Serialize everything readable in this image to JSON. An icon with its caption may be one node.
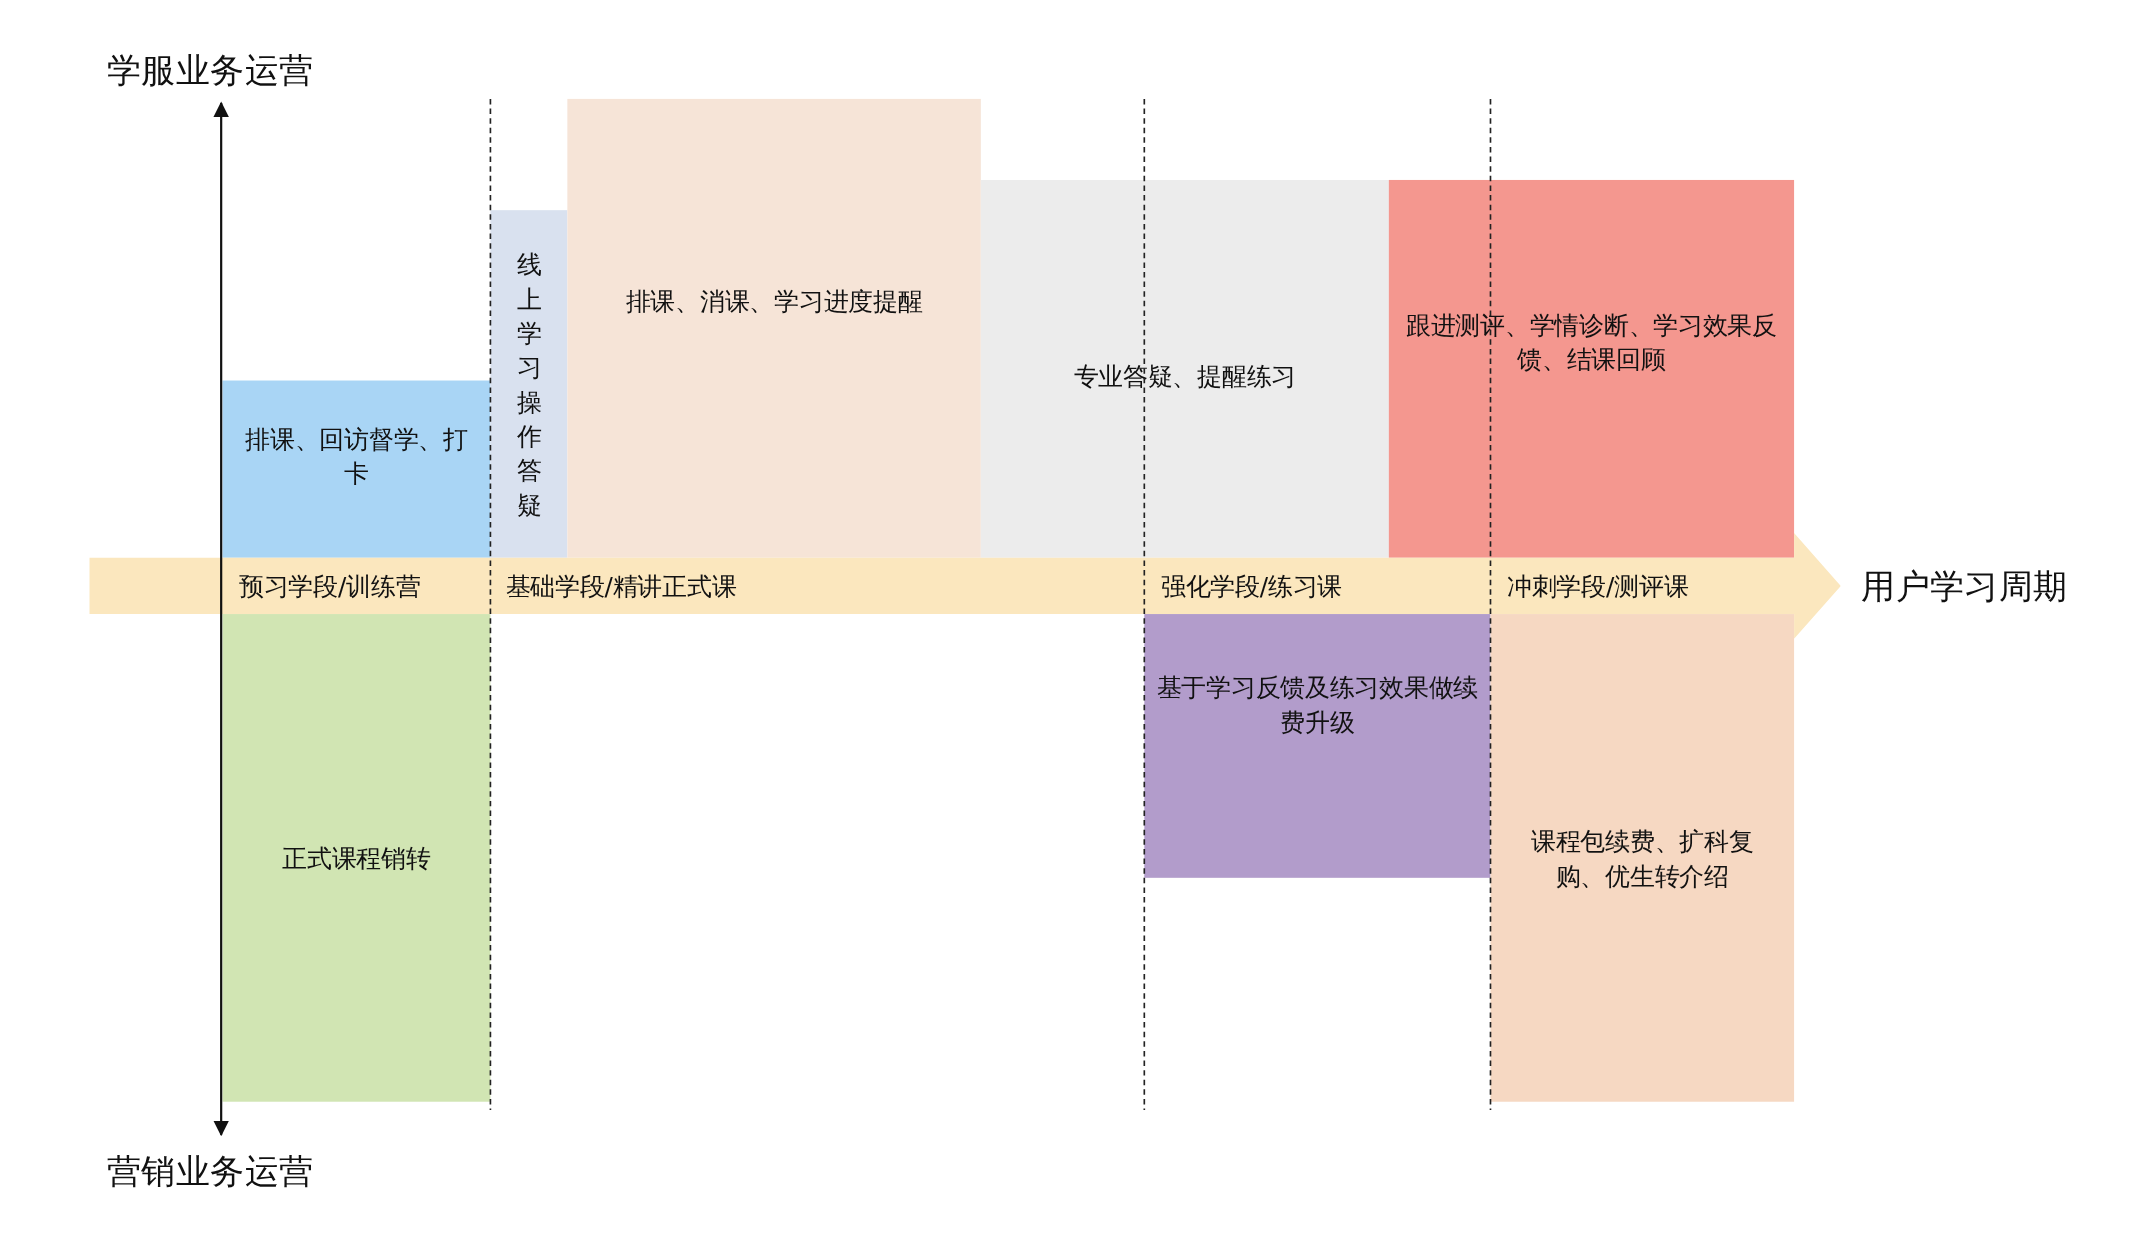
{
  "diagram": {
    "nodes": [
      {
        "text": [
          "排课、回访督学、打卡"
        ]
      },
      {
        "text": [
          "线上学习操作答疑"
        ]
      },
      {
        "text": [
          "排课、消课、学习进度提醒"
        ]
      },
      {
        "text": [
          "专业答疑、提醒练习"
        ]
      },
      {
        "text": [
          "跟进测评、学情诊断、学习效果反馈、结课回顾"
        ]
      },
      {
        "text": [
          "正式课程销转"
        ]
      },
      {
        "text": [
          "基于学习反馈及练习效果做续费升级"
        ]
      },
      {
        "text": [
          "课程包续费、扩科复购、优生转介绍"
        ]
      },
      {
        "text": [
          "预习学段/训练营",
          "基础学段/精讲正式课",
          "强化学段/练习课",
          "冲刺学段/测评课"
        ]
      }
    ],
    "labels": [
      "学服业务运营",
      "用户学习周期",
      "营销业务运营"
    ]
  }
}
